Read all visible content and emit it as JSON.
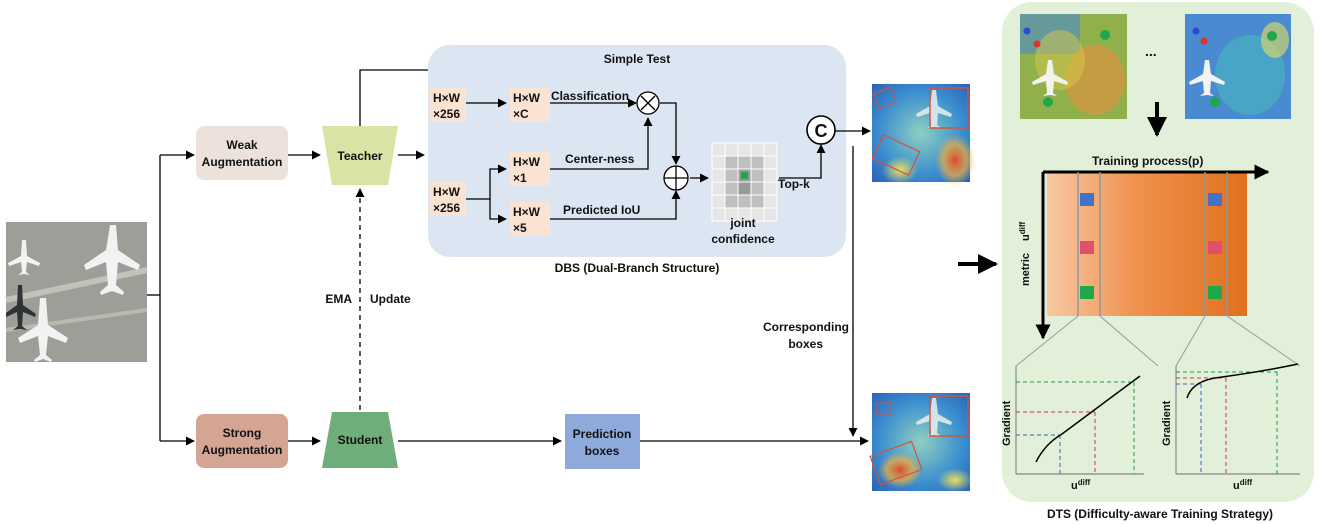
{
  "input": {
    "alt": "aerial airport image with aircraft"
  },
  "augment": {
    "weak": [
      "Weak",
      "Augmentation"
    ],
    "strong": [
      "Strong",
      "Augmentation"
    ]
  },
  "models": {
    "teacher": "Teacher",
    "student": "Student"
  },
  "ema": {
    "left": "EMA",
    "right": "Update"
  },
  "dbs": {
    "simple_test": "Simple Test",
    "caption": "DBS (Dual-Branch Structure)",
    "feat_top": [
      "H×W",
      "×256"
    ],
    "feat_bottom": [
      "H×W",
      "×256"
    ],
    "cls": [
      "H×W",
      "×C"
    ],
    "ctr": [
      "H×W",
      "×1"
    ],
    "iou": [
      "H×W",
      "×5"
    ],
    "classification": "Classification",
    "centerness": "Center-ness",
    "predicted_iou": "Predicted IoU",
    "joint": [
      "joint",
      "confidence"
    ],
    "concat_symbol": "C",
    "topk": "Top-k"
  },
  "corresponding": [
    "Corresponding",
    "boxes"
  ],
  "prediction": [
    "Prediction",
    "boxes"
  ],
  "dts": {
    "dots": "...",
    "training_process": "Training process(p)",
    "metric": "metric",
    "u_main": "u",
    "u_sup": "diff",
    "gradient": "Gradient",
    "caption": "DTS (Difficulty-aware Training Strategy)"
  },
  "colors": {
    "dbs_bg": "#dce6f2",
    "dts_bg": "#e2efd9",
    "weak_fill": "#ede1dc",
    "strong_fill": "#d5a594",
    "teacher_fill": "#d7e4a5",
    "student_fill": "#6fae7a",
    "feature_fill": "#fbe3d4",
    "prediction_fill": "#8eaadb",
    "bar_blue": "#4472c4",
    "bar_red": "#e0506a",
    "bar_green": "#1fa84a",
    "dash_green": "#1a9c3e",
    "dash_red": "#d03a4a",
    "dash_blue": "#3a62c4"
  }
}
